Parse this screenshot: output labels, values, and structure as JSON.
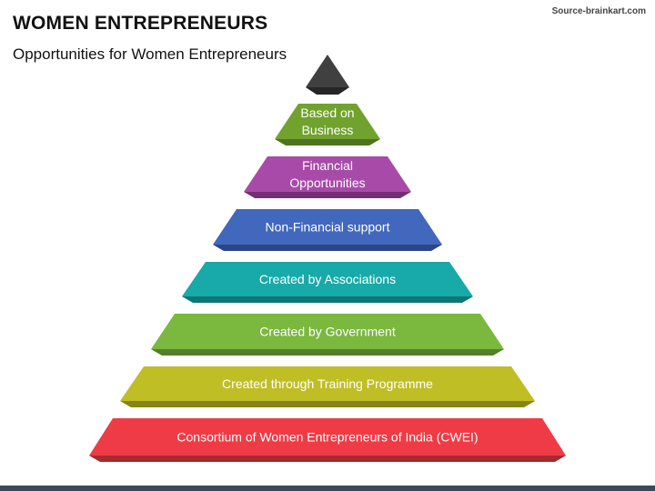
{
  "header": {
    "title": "WOMEN ENTREPRENEURS",
    "subtitle": "Opportunities for Women Entrepreneurs",
    "source": "Source-brainkart.com"
  },
  "pyramid": {
    "tiers": [
      {
        "lines": [],
        "color": "#404040",
        "shade": "#262626"
      },
      {
        "lines": [
          "Based on",
          "Business"
        ],
        "color": "#71a22d",
        "shade": "#4e7320"
      },
      {
        "lines": [
          "Financial",
          "Opportunities"
        ],
        "color": "#a84aa8",
        "shade": "#742f74"
      },
      {
        "lines": [
          "Non-Financial support"
        ],
        "color": "#4168bd",
        "shade": "#2c4685"
      },
      {
        "lines": [
          "Created by Associations"
        ],
        "color": "#17aaa9",
        "shade": "#0e7675"
      },
      {
        "lines": [
          "Created by Government"
        ],
        "color": "#7ab83e",
        "shade": "#547f2a"
      },
      {
        "lines": [
          "Created through Training Programme"
        ],
        "color": "#bfbe24",
        "shade": "#858418"
      },
      {
        "lines": [
          "Consortium of Women Entrepreneurs of India (CWEI)"
        ],
        "color": "#ef3b45",
        "shade": "#a82930"
      }
    ]
  }
}
